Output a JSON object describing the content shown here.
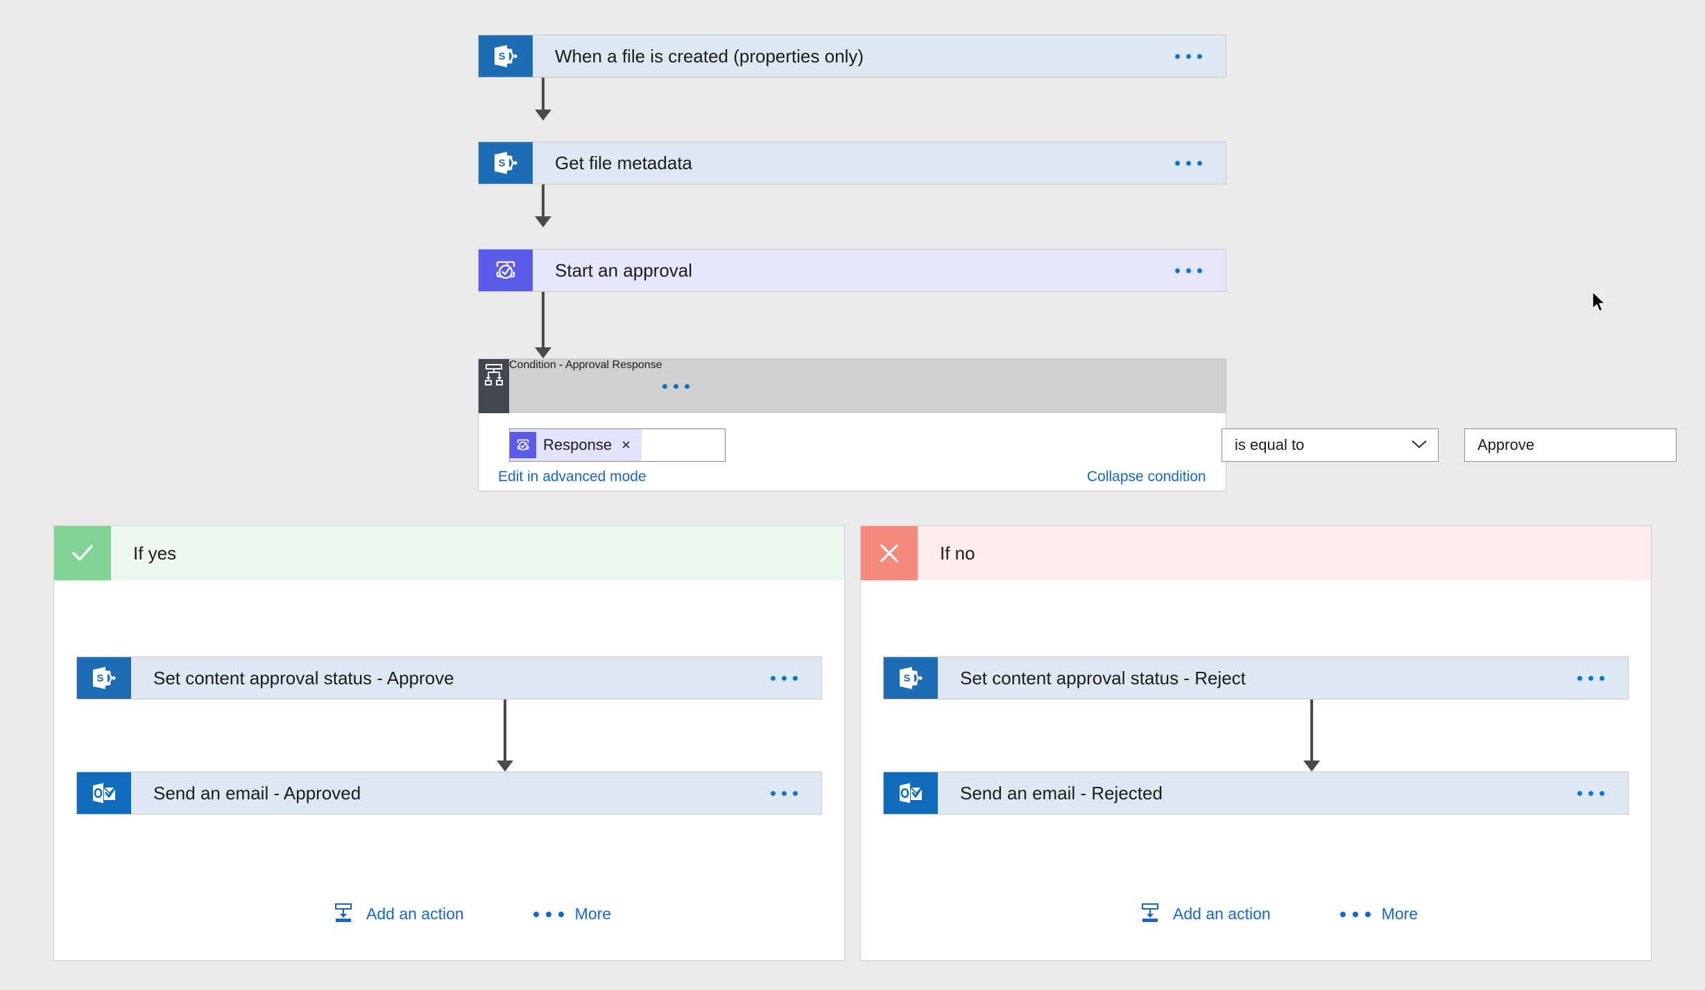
{
  "canvas": {
    "background": "#eaeaea"
  },
  "flow": {
    "trigger": {
      "title": "When a file is created (properties only)",
      "icon": "sharepoint-icon",
      "icon_color": "#1e6cb3",
      "card_color": "#dde8f3"
    },
    "steps": [
      {
        "title": "Get file metadata",
        "icon": "sharepoint-icon",
        "icon_color": "#1e6cb3",
        "card_color": "#dde8f3"
      },
      {
        "title": "Start an approval",
        "icon": "approvals-icon",
        "icon_color": "#5b5bea",
        "card_color": "#e6e6fa"
      }
    ],
    "condition": {
      "title": "Condition - Approval Response",
      "icon": "condition-branch-icon",
      "icon_color": "#424852",
      "header_color": "#d0d0d0",
      "token": {
        "label": "Response",
        "remove_label": "×",
        "icon": "approvals-icon"
      },
      "operator": "is equal to",
      "value": "Approve",
      "edit_advanced_label": "Edit in advanced mode",
      "collapse_label": "Collapse condition"
    },
    "branches": [
      {
        "label": "If yes",
        "badge_icon": "check-icon",
        "badge_color": "#81d493",
        "header_color": "#eef7ef",
        "actions": [
          {
            "title": "Set content approval status - Approve",
            "icon": "sharepoint-icon",
            "icon_color": "#1e6cb3"
          },
          {
            "title": "Send an email - Approved",
            "icon": "outlook-icon",
            "icon_color": "#0f6cbd"
          }
        ],
        "footer": {
          "add_action_label": "Add an action",
          "add_action_icon": "add-action-icon",
          "more_label": "More",
          "more_icon": "ellipsis-icon"
        }
      },
      {
        "label": "If no",
        "badge_icon": "close-icon",
        "badge_color": "#f4897d",
        "header_color": "#fdeceb",
        "actions": [
          {
            "title": "Set content approval status - Reject",
            "icon": "sharepoint-icon",
            "icon_color": "#1e6cb3"
          },
          {
            "title": "Send an email - Rejected",
            "icon": "outlook-icon",
            "icon_color": "#0f6cbd"
          }
        ],
        "footer": {
          "add_action_label": "Add an action",
          "add_action_icon": "add-action-icon",
          "more_label": "More",
          "more_icon": "ellipsis-icon"
        }
      }
    ],
    "overflow_menu_label": "…"
  }
}
